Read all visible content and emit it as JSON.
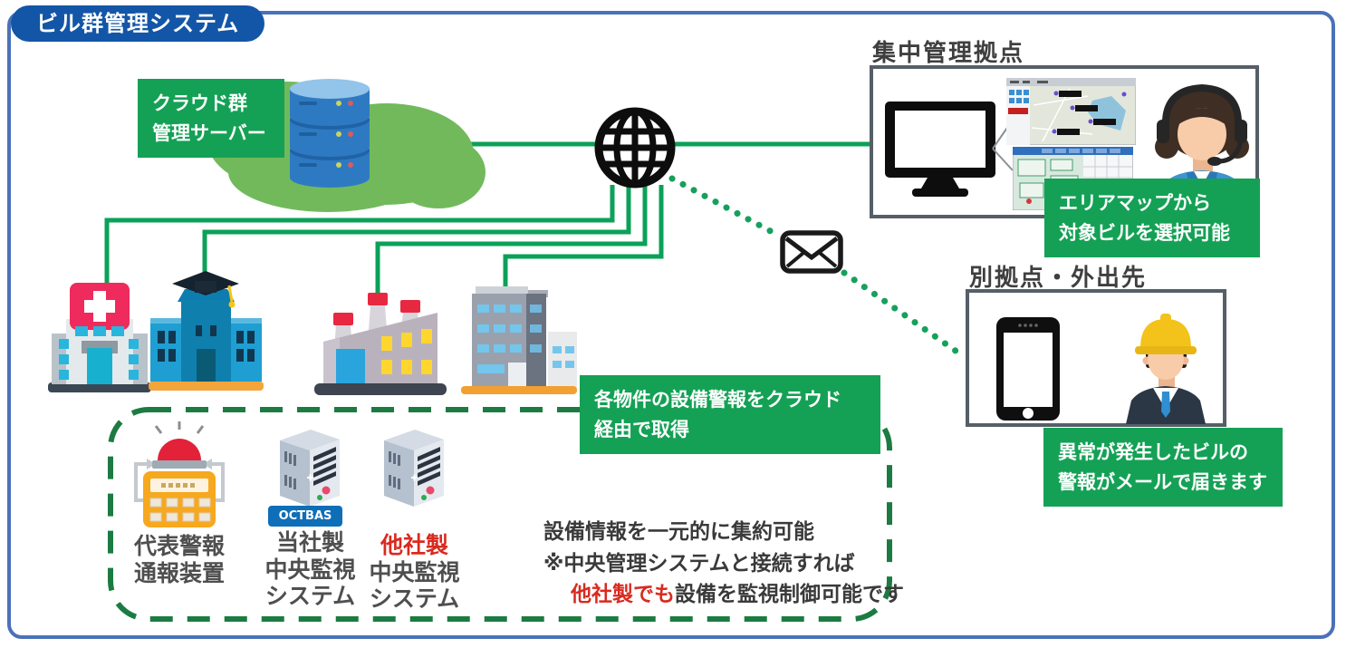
{
  "title": "ビル群管理システム",
  "colors": {
    "frame_blue": "#4a72b8",
    "title_blue": "#1356a7",
    "accent_green": "#14a155",
    "line_green": "#0ba158",
    "dash_green": "#1c7b42",
    "alert_red": "#d92a1f"
  },
  "callouts": {
    "cloud_server": {
      "line1": "クラウド群",
      "line2": "管理サーバー"
    },
    "acquire": {
      "line1": "各物件の設備警報をクラウド",
      "line2": "経由で取得"
    },
    "area_map": {
      "line1": "エリアマップから",
      "line2": "対象ビルを選択可能"
    },
    "mail": {
      "line1": "異常が発生したビルの",
      "line2": "警報がメールで届きます"
    }
  },
  "sections": {
    "central": {
      "title": "集中管理拠点"
    },
    "remote": {
      "title": "別拠点・外出先"
    }
  },
  "equipment": {
    "alarm": {
      "line1": "代表警報",
      "line2": "通報装置"
    },
    "own_system": {
      "badge": "OCTBAS",
      "line1": "当社製",
      "line2": "中央監視",
      "line3": "システム"
    },
    "other_system": {
      "line1": "他社製",
      "line2": "中央監視",
      "line3": "システム"
    }
  },
  "note": {
    "line1": "設備情報を一元的に集約可能",
    "line2": "※中央管理システムと接続すれば",
    "line3_red": "他社製でも",
    "line3_rest": "設備を監視制御可能です"
  },
  "icons": {
    "globe": "globe-icon",
    "envelope": "mail-icon",
    "cloud_database": "cloud-database-icon",
    "hospital": "hospital-building-icon",
    "school": "school-building-icon",
    "factory": "factory-building-icon",
    "office": "office-building-icon",
    "alarm_device": "alarm-beacon-keypad-icon",
    "server_tower": "server-tower-icon",
    "monitor": "desktop-monitor-icon",
    "smartphone": "smartphone-icon",
    "operator": "operator-with-headset-icon",
    "field_worker": "worker-with-helmet-icon"
  }
}
